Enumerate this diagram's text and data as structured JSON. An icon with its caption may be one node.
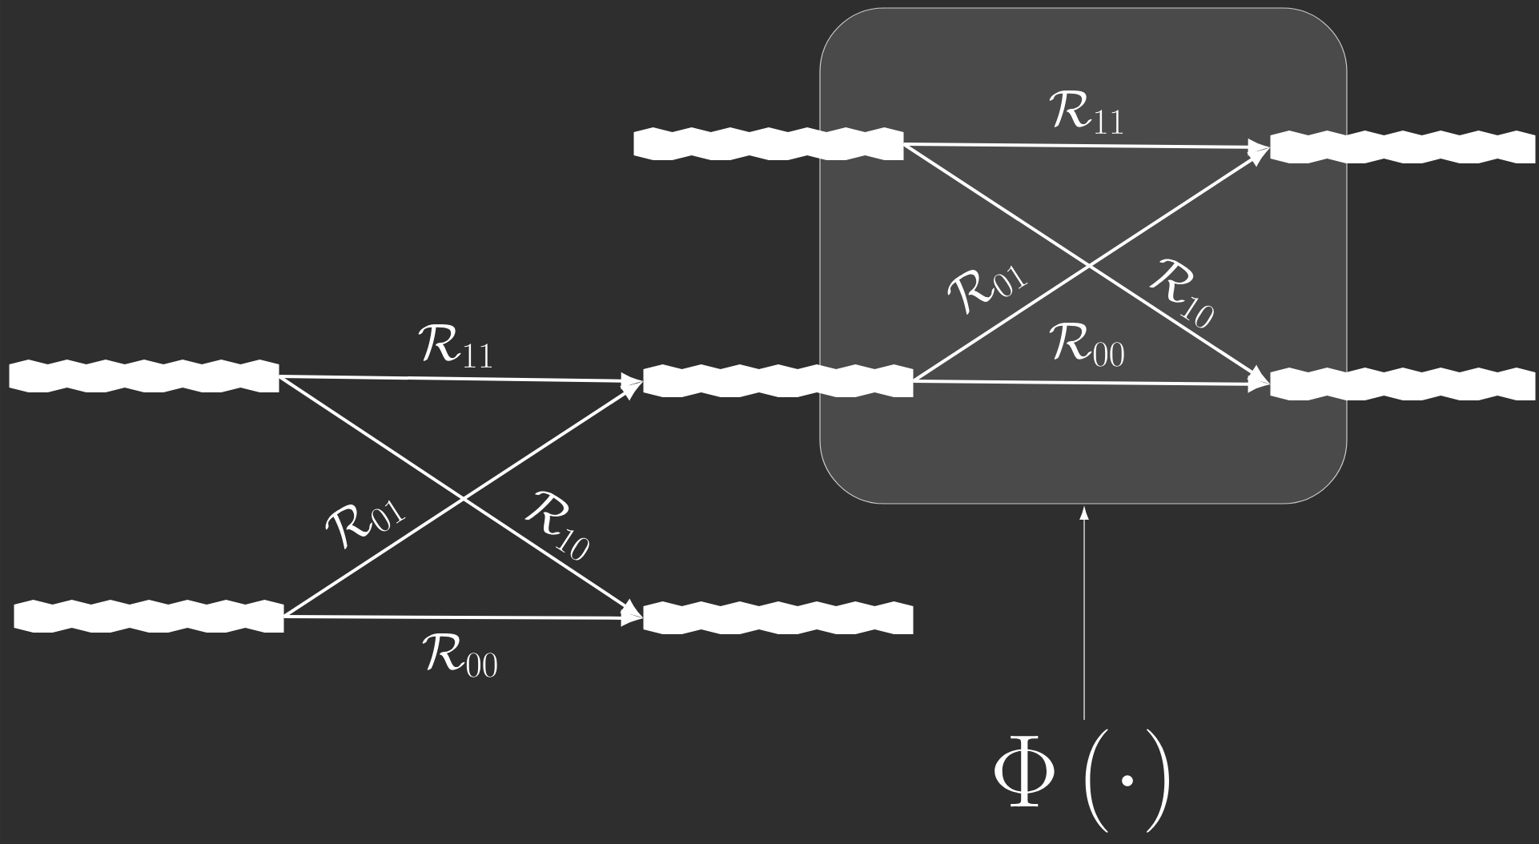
{
  "diagram": {
    "nodes": [
      {
        "text": [],
        "shape": "bar"
      },
      {
        "text": [],
        "shape": "bar"
      },
      {
        "text": [],
        "shape": "bar"
      },
      {
        "text": [],
        "shape": "bar"
      },
      {
        "text": [],
        "shape": "bar"
      },
      {
        "text": [],
        "shape": "bar"
      },
      {
        "text": [],
        "shape": "bar"
      },
      {
        "text": [
          "\\Phi\\left(\\cdot\\right)"
        ]
      }
    ],
    "edges": [
      {
        "from": 0,
        "to": 3,
        "arrow": "to",
        "label": "\\mathcal{R}_{11}"
      },
      {
        "from": 1,
        "to": 3,
        "arrow": "to",
        "label": "\\mathcal{R}_{01}"
      },
      {
        "from": 0,
        "to": 4,
        "arrow": "to",
        "label": "\\mathcal{R}_{10}"
      },
      {
        "from": 1,
        "to": 4,
        "arrow": "to",
        "label": "\\mathcal{R}_{00}"
      },
      {
        "from": 2,
        "to": 5,
        "arrow": "to",
        "label": "\\mathcal{R}_{11}"
      },
      {
        "from": 3,
        "to": 5,
        "arrow": "to",
        "label": "\\mathcal{R}_{01}"
      },
      {
        "from": 2,
        "to": 6,
        "arrow": "to",
        "label": "\\mathcal{R}_{10}"
      },
      {
        "from": 3,
        "to": 6,
        "arrow": "to",
        "label": "\\mathcal{R}_{00}"
      },
      {
        "from": 7,
        "to": null,
        "arrow": "to"
      }
    ]
  }
}
